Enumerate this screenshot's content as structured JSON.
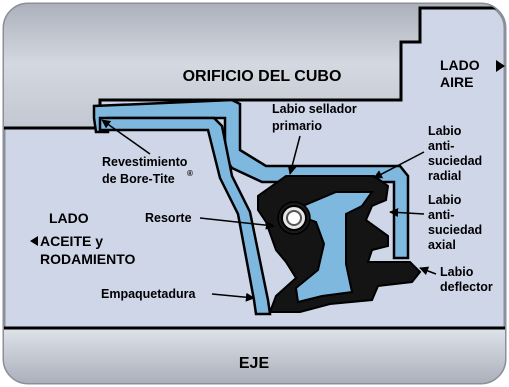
{
  "diagram": {
    "regions": {
      "hub_bore": "ORIFICIO DEL CUBO",
      "shaft": "EJE",
      "air_side": [
        "LADO",
        "AIRE"
      ],
      "oil_side": [
        "LADO",
        "ACEITE y",
        "RODAMIENTO"
      ]
    },
    "callouts": {
      "primary_lip": [
        "Labio sellador",
        "primario"
      ],
      "radial_lip": [
        "Labio",
        "anti-",
        "suciedad",
        "radial"
      ],
      "axial_lip": [
        "Labio",
        "anti-",
        "suciedad",
        "axial"
      ],
      "deflector_lip": [
        "Labio",
        "deflector"
      ],
      "coating": [
        "Revestimiento",
        "de Bore-Tite"
      ],
      "coating_mark": "®",
      "spring": "Resorte",
      "gasket": "Empaquetadura"
    },
    "colors": {
      "hub": "#c7ccd6",
      "frame_fill": "#cfd6e8",
      "coating": "#7fb8df",
      "rubber": "#111111",
      "shaft": "#c7ccd6",
      "border": "#8a8f99"
    }
  }
}
